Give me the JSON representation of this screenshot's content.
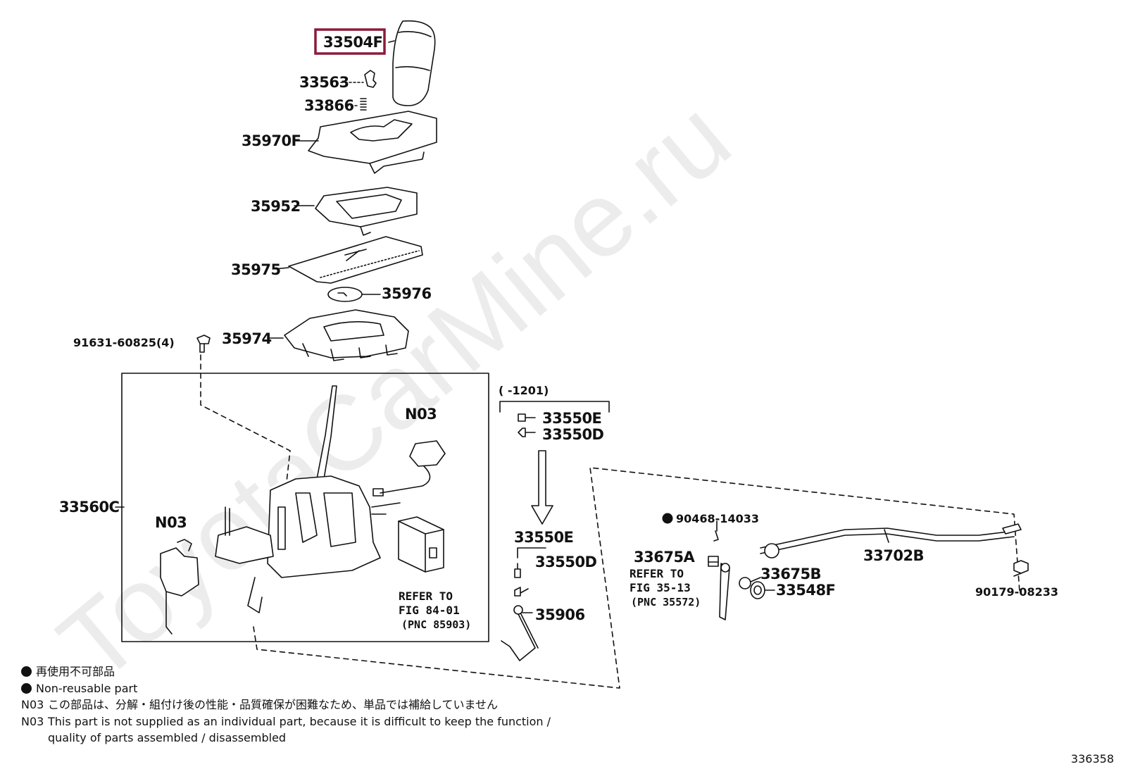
{
  "watermark": "ToyotaCarMine.ru",
  "figure_number": "336358",
  "highlight_color": "#8b1a3a",
  "part_labels": {
    "knob": "33504F",
    "p33563": "33563",
    "p33866": "33866",
    "p35970F": "35970F",
    "p35952": "35952",
    "p35975": "35975",
    "p35976": "35976",
    "p35974": "35974",
    "bolt": "91631-60825(4)",
    "assy": "33560C",
    "n03_left": "N03",
    "n03_right": "N03",
    "date_range": "(    -1201)",
    "p33550E_top": "33550E",
    "p33550D_top": "33550D",
    "p33550E_mid": "33550E",
    "p33550D_mid": "33550D",
    "p35906": "35906",
    "p90468": "90468-14033",
    "p33675A": "33675A",
    "p33675B": "33675B",
    "p33548F": "33548F",
    "p33702B": "33702B",
    "p90179": "90179-08233"
  },
  "refs": {
    "fig84_l1": "REFER TO",
    "fig84_l2": "FIG 84-01",
    "fig84_l3": "(PNC 85903)",
    "fig35_l1": "REFER TO",
    "fig35_l2": "FIG 35-13",
    "fig35_l3": "(PNC 35572)"
  },
  "notes": {
    "nonreusable_jp": "再使用不可部品",
    "nonreusable_en": "Non-reusable part",
    "n03_tag": "N03",
    "n03_jp": "この部品は、分解・組付け後の性能・品質確保が困難なため、単品では補給していません",
    "n03_en_1": "This part is not supplied as an individual part, because it is difficult to keep the function /",
    "n03_en_2": "quality of parts assembled / disassembled"
  }
}
